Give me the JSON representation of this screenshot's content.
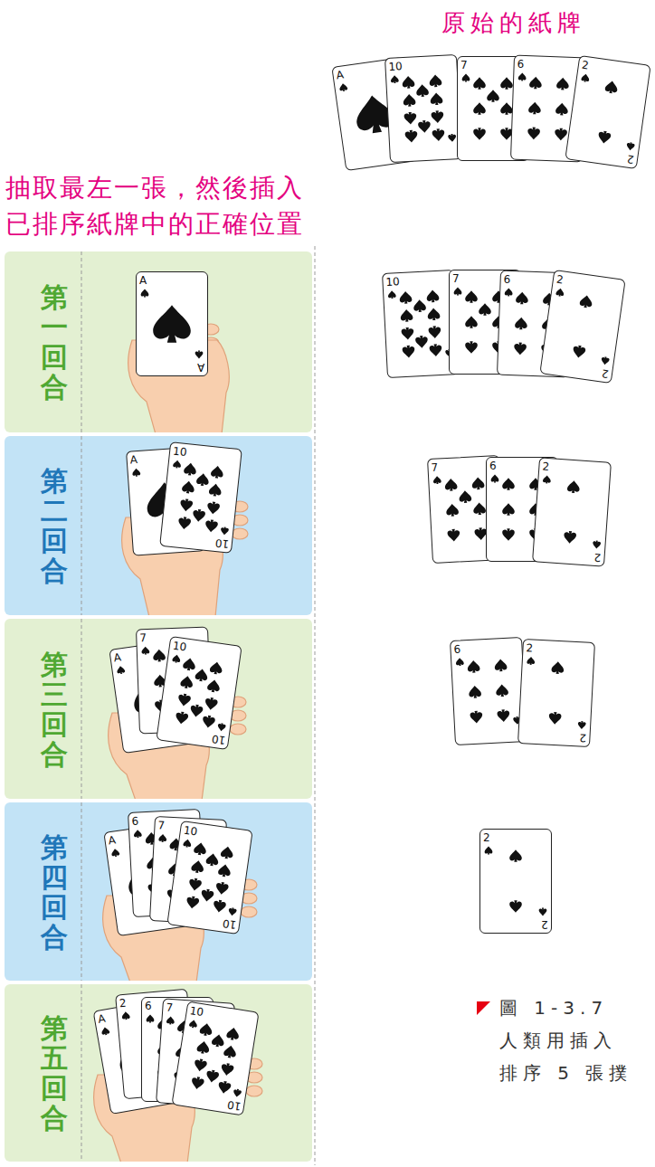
{
  "diagram": {
    "caption": "圖 1-3.7 人類用插入 排序 5 張撲",
    "nodes": [
      {
        "text": [
          "A"
        ]
      },
      {
        "text": [
          "10"
        ]
      },
      {
        "text": [
          "7"
        ]
      },
      {
        "text": [
          "6"
        ]
      },
      {
        "text": [
          "2",
          "2"
        ]
      },
      {
        "text": [
          "第一回合"
        ]
      },
      {
        "text": [
          "A",
          "A"
        ],
        "in": 5
      },
      {
        "text": [
          "10"
        ]
      },
      {
        "text": [
          "7"
        ]
      },
      {
        "text": [
          "6"
        ]
      },
      {
        "text": [
          "2",
          "2"
        ]
      },
      {
        "text": [
          "第二回合"
        ]
      },
      {
        "text": [
          "A"
        ],
        "in": 11
      },
      {
        "text": [
          "10",
          "10"
        ],
        "in": 11
      },
      {
        "text": [
          "7"
        ]
      },
      {
        "text": [
          "6"
        ]
      },
      {
        "text": [
          "2",
          "2"
        ]
      },
      {
        "text": [
          "第三回合"
        ]
      },
      {
        "text": [
          "A"
        ],
        "in": 17
      },
      {
        "text": [
          "7"
        ],
        "in": 17
      },
      {
        "text": [
          "10",
          "10"
        ],
        "in": 17
      },
      {
        "text": [
          "6"
        ]
      },
      {
        "text": [
          "2",
          "2"
        ]
      },
      {
        "text": [
          "第四回合"
        ]
      },
      {
        "text": [
          "A"
        ],
        "in": 23
      },
      {
        "text": [
          "6"
        ],
        "in": 23
      },
      {
        "text": [
          "7"
        ],
        "in": 23
      },
      {
        "text": [
          "10",
          "10"
        ],
        "in": 23
      },
      {
        "text": [
          "2",
          "2"
        ]
      },
      {
        "text": [
          "第五回合"
        ]
      },
      {
        "text": [
          "A"
        ],
        "in": 29
      },
      {
        "text": [
          "2"
        ],
        "in": 29
      },
      {
        "text": [
          "6"
        ],
        "in": 29
      },
      {
        "text": [
          "7"
        ],
        "in": 29
      },
      {
        "text": [
          "10",
          "10"
        ],
        "in": 29
      }
    ],
    "labels": [
      "原始的紙牌",
      "抽取最左一張，然後插入 已排序紙牌中的正確位置"
    ]
  }
}
